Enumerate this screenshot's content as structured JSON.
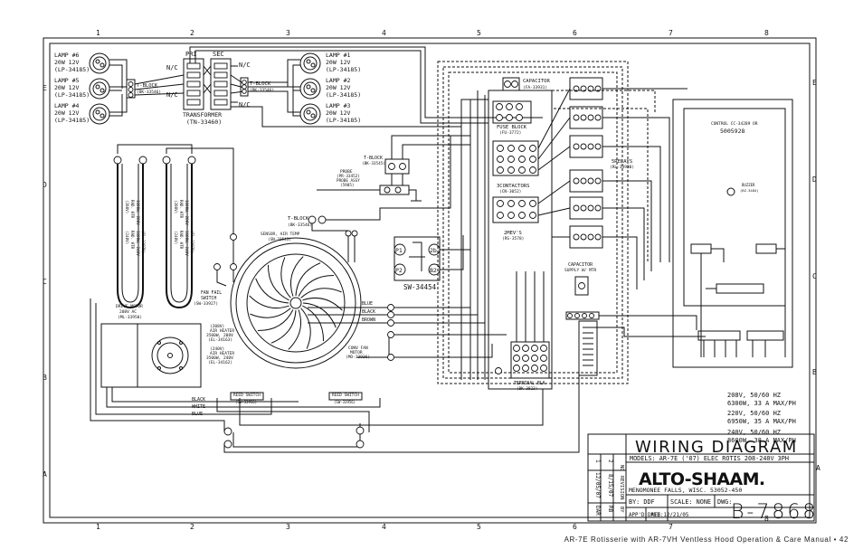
{
  "columns": [
    "1",
    "2",
    "3",
    "4",
    "5",
    "6",
    "7",
    "8"
  ],
  "rows": [
    "E",
    "D",
    "C",
    "B",
    "A"
  ],
  "lamps": [
    {
      "name": "LAMP #6",
      "spec": "20W 12V",
      "part": "(LP-34185)"
    },
    {
      "name": "LAMP #5",
      "spec": "20W 12V",
      "part": "(LP-34185)"
    },
    {
      "name": "LAMP #4",
      "spec": "20W 12V",
      "part": "(LP-34185)"
    },
    {
      "name": "LAMP #1",
      "spec": "20W 12V",
      "part": "(LP-34185)"
    },
    {
      "name": "LAMP #2",
      "spec": "20W 12V",
      "part": "(LP-34185)"
    },
    {
      "name": "LAMP #3",
      "spec": "20W 12V",
      "part": "(LP-34185)"
    }
  ],
  "transformer": {
    "pri": "PRI",
    "sec": "SEC",
    "nc": "N/C",
    "label": "TRANSFORMER",
    "part": "(TN-33460)"
  },
  "tblock_left": {
    "label": "T-BLOCK",
    "part": "(BK-33546)"
  },
  "tblock_right": {
    "label": "T-BLOCK",
    "part": "(BK-33546)"
  },
  "tblock_mid": {
    "label": "T-BLOCK",
    "part": "(BK-33545)"
  },
  "tblock_fan": {
    "label": "T-BLOCK",
    "part": "(BK-33546)"
  },
  "probe": {
    "label": "PROBE",
    "part": "(PR-33452)",
    "assy": "PROBE ASSY",
    "assy_part": "(5905)"
  },
  "sensor": {
    "label": "SENSOR, AIR TEMP",
    "part": "(SN-33543)"
  },
  "switch": {
    "label": "SW-34454",
    "terms": [
      "P1",
      "2b",
      "P2",
      "B2"
    ]
  },
  "heaters": [
    {
      "v1": "(208V)",
      "n1": "RAD. HTR",
      "s1": "1600W, 208V",
      "v2": "(240V)",
      "n2": "RAD. HTR",
      "s2": "1600W, 240V",
      "p2": "(EL-33979)"
    },
    {
      "v1": "(208V)",
      "n1": "RAD. HTR",
      "s1": "1600W, 208V",
      "v2": "(240V)",
      "n2": "RAD. HTR",
      "s2": "1600W, 240V",
      "p2": "(EL-33979)"
    }
  ],
  "drive_motor": {
    "label": "DRIVE MOTOR",
    "spec": "208V AC",
    "part": "(ML-33950)"
  },
  "fan_fail": {
    "label": "FAN FAIL",
    "label2": "SWITCH",
    "part": "(SW-33927)"
  },
  "air_heater": {
    "v1": "(208V)",
    "n1": "AIR HEATER",
    "s1": "3500W, 208V",
    "p1": "(EL-34163)",
    "v2": "(240V)",
    "n2": "AIR HEATER",
    "s2": "3500W, 240V",
    "p2": "(EL-34162)"
  },
  "conv_fan": {
    "label": "CONV FAN",
    "label2": "MOTOR",
    "part": "(MO-33936)"
  },
  "reed_switches": [
    {
      "label": "REED SWITCH",
      "part": "(SW-33956)"
    },
    {
      "label": "REED SWITCH",
      "part": "(SW-33956)"
    }
  ],
  "wire_colors": {
    "blue": "BLUE",
    "black": "BLACK",
    "brown": "BROWN",
    "white": "WHITE"
  },
  "capacitor": {
    "label": "CAPACITOR",
    "part": "(FA-33931)"
  },
  "fuse_block": {
    "label": "FUSE BLOCK",
    "part": "(FU-3772)"
  },
  "contactors": {
    "label": "3CONTACTORS",
    "part": "(CN-3052)"
  },
  "relays": {
    "label": "5RELAYS",
    "part": "(RL-33930)"
  },
  "mev": {
    "label": "2MEV'S",
    "part": "(RS-3578)"
  },
  "cap_supply": {
    "label": "CAPACITOR",
    "label2": "SUPPLY W/ MTR"
  },
  "terminal_block": {
    "label": "TERMINAL BLK",
    "part": "(BK-3823)"
  },
  "control": {
    "label": "CONTROL CC-34289 OR",
    "number": "5005928",
    "buzzer": "BUZZER",
    "buzzer_part": "(BZ-3484)"
  },
  "ratings": [
    {
      "line1": "208V, 50/60 HZ",
      "line2": "6300W, 33 A MAX/PH"
    },
    {
      "line1": "220V, 50/60 HZ",
      "line2": "6950W, 35 A MAX/PH"
    },
    {
      "line1": "240V, 50/60 HZ",
      "line2": "8600W, 38 A MAX/PH"
    }
  ],
  "title_block": {
    "title": "WIRING DIAGRAM",
    "models": "MODELS: AR-7E ('07) ELEC ROTIS 208-240V 3PH",
    "brand": "ALTO-SHAAM.",
    "address": "MENOMONEE FALLS, WISC. 53052-450",
    "by": "BY: DDF",
    "scale": "SCALE: NONE",
    "dwg_label": "DWG:",
    "appd": "APP'D: PED",
    "date": "DATE:12/21/05",
    "dwg_number": "B-7868",
    "rev_header": [
      "NO",
      "REVISION",
      "BY"
    ],
    "revisions": [
      {
        "no": "2",
        "date": "8/15/07",
        "by": "RB"
      },
      {
        "no": "1",
        "date": "12/05/07",
        "by": "DAR"
      }
    ]
  },
  "footer": "AR-7E Rotisserie with AR-7VH Ventless Hood Operation & Care Manual  •  42"
}
